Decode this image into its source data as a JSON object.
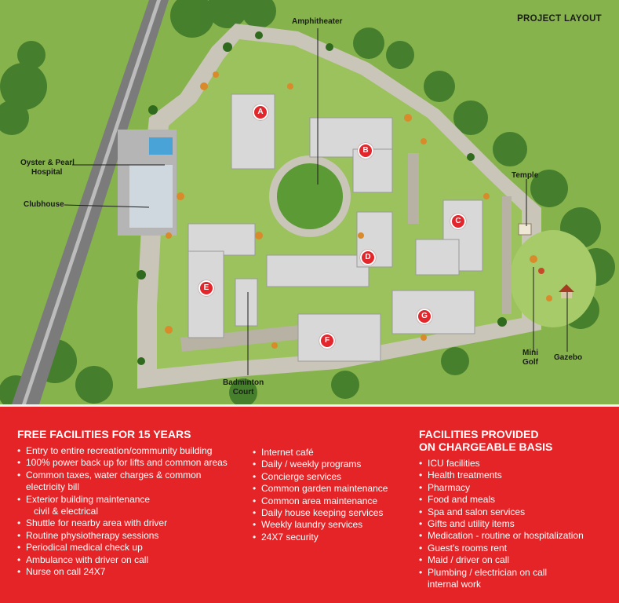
{
  "map": {
    "title": "PROJECT LAYOUT",
    "labels": {
      "amphitheater": "Amphitheater",
      "hospital_line1": "Oyster & Pearl",
      "hospital_line2": "Hospital",
      "clubhouse": "Clubhouse",
      "temple": "Temple",
      "mini_golf_line1": "Mini",
      "mini_golf_line2": "Golf",
      "gazebo": "Gazebo",
      "badminton_line1": "Badminton",
      "badminton_line2": "Court"
    },
    "towers": [
      "A",
      "B",
      "C",
      "D",
      "E",
      "F",
      "G"
    ],
    "colors": {
      "grass": "#7fae47",
      "road": "#c9c5b8",
      "building": "#d8d8d8",
      "marker": "#e2262b"
    }
  },
  "facilities": {
    "free": {
      "heading": "FREE FACILITIES FOR 15 YEARS",
      "col1": [
        "Entry to entire recreation/community building",
        "100% power back up for lifts and common areas",
        [
          "Common taxes, water charges & common",
          "electricity bill"
        ],
        [
          "Exterior building maintenance",
          "civil & electrical"
        ],
        "Shuttle for nearby area with driver",
        "Routine physiotherapy sessions",
        "Periodical medical check up",
        "Ambulance with driver on call",
        "Nurse on call 24X7"
      ],
      "col2": [
        "Internet café",
        "Daily / weekly programs",
        "Concierge services",
        "Common garden maintenance",
        "Common area maintenance",
        "Daily house keeping services",
        "Weekly laundry services",
        "24X7 security"
      ]
    },
    "chargeable": {
      "heading_line1": "FACILITIES PROVIDED",
      "heading_line2": "ON CHARGEABLE BASIS",
      "items": [
        "ICU facilities",
        "Health treatments",
        "Pharmacy",
        "Food and meals",
        "Spa and salon services",
        "Gifts and utility items",
        "Medication - routine or hospitalization",
        "Guest's rooms rent",
        "Maid / driver on call",
        [
          "Plumbing / electrician on call",
          "internal work"
        ]
      ]
    },
    "panel_color": "#e52428"
  }
}
